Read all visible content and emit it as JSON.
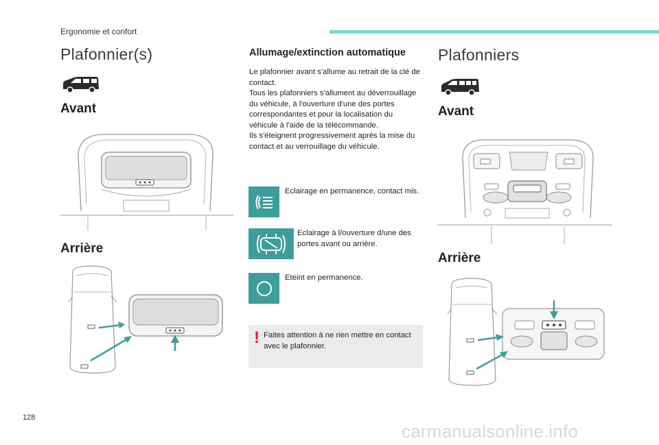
{
  "header": {
    "section": "Ergonomie et confort",
    "accent_color": "#7fd9d3"
  },
  "left": {
    "title": "Plafonnier(s)",
    "van_icon": "van-icon",
    "front_heading": "Avant",
    "rear_heading": "Arrière"
  },
  "middle": {
    "heading": "Allumage/extinction automatique",
    "paragraphs": [
      "Le plafonnier avant s'allume au retrait de la clé de contact.",
      "Tous les plafonniers s'allument au déverrouillage du véhicule, à l'ouverture d'une des portes correspondantes et pour la localisation du véhicule à l'aide de la télécommande.",
      "Ils s'éteignent progressivement après la mise du contact et au verrouillage du véhicule."
    ],
    "modes": [
      {
        "icon": "permanent-light-icon",
        "text": "Eclairage en permanence, contact mis."
      },
      {
        "icon": "door-light-icon",
        "text": "Eclairage à l/ouverture d/une des portes avant ou arrière."
      },
      {
        "icon": "off-light-icon",
        "text": "Eteint en permanence."
      }
    ],
    "icon_color": "#3d9d9b",
    "warning": {
      "mark": "!",
      "text": "Faites attention à ne rien mettre en contact avec le plafonnier."
    }
  },
  "right": {
    "title": "Plafonniers",
    "van_icon": "minibus-icon",
    "front_heading": "Avant",
    "rear_heading": "Arrière"
  },
  "footer": {
    "page_number": "128",
    "watermark": "carmanualsonline.info"
  }
}
